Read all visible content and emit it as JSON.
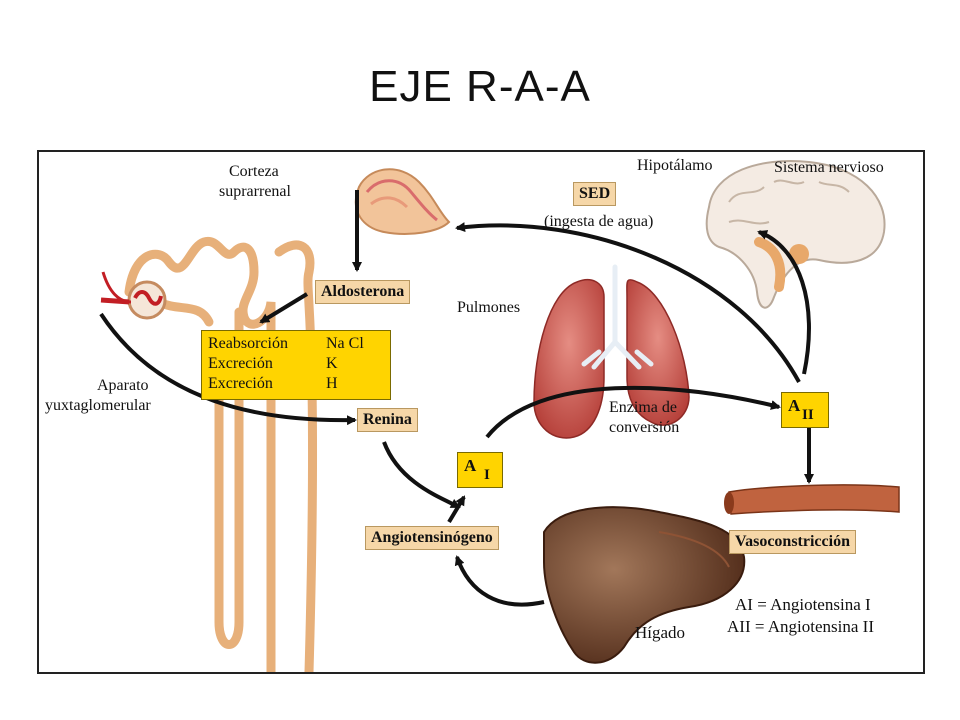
{
  "title": "EJE R-A-A",
  "labels": {
    "corteza": "Corteza",
    "suprarrenal": "suprarrenal",
    "hipotalamo": "Hipotálamo",
    "sistema_nervioso": "Sistema nervioso",
    "ingesta": "(ingesta de agua)",
    "pulmones": "Pulmones",
    "aparato": "Aparato",
    "yuxtaglomerular": "yuxtaglomerular",
    "enzima1": "Enzima de",
    "enzima2": "conversión",
    "higado": "Hígado"
  },
  "boxes": {
    "sed": "SED",
    "aldosterona": "Aldosterona",
    "renina": "Renina",
    "angiotensinogeno": "Angiotensinógeno",
    "vasoconstriccion": "Vasoconstricción",
    "a1_letter": "A",
    "a1_sub": "I",
    "a2_letter": "A",
    "a2_sub": "II"
  },
  "reabsorcion": {
    "rows": [
      {
        "action": "Reabsorción",
        "ion": "Na  Cl"
      },
      {
        "action": "Excreción",
        "ion": "K"
      },
      {
        "action": "Excreción",
        "ion": "H"
      }
    ]
  },
  "legend": {
    "line1": "AI = Angiotensina I",
    "line2": "AII = Angiotensina II"
  },
  "colors": {
    "box_yellow": "#ffd400",
    "box_peach": "#f6d7a8",
    "kidney_tubule": "#f3c79a",
    "lung": "#c8504a",
    "liver": "#7a3a22",
    "vessel": "#c0633f"
  }
}
